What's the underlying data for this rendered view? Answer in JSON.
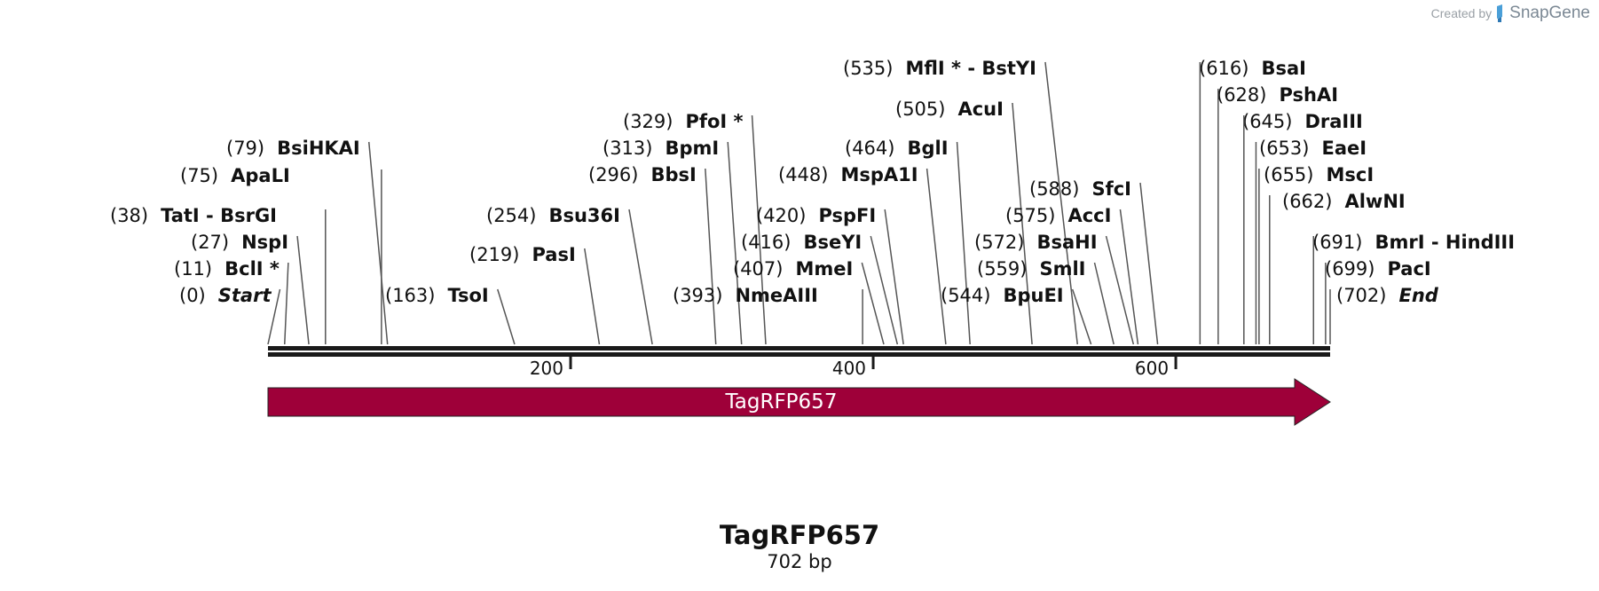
{
  "credit": {
    "prefix": "Created by",
    "brand": "SnapGene"
  },
  "sequence": {
    "name": "TagRFP657",
    "length_label": "702 bp",
    "length": 702
  },
  "feature": {
    "label": "TagRFP657",
    "start": 0,
    "end": 702,
    "direction": "forward",
    "color": "#9e0039"
  },
  "ruler": {
    "ticks": [
      {
        "label": "200",
        "value": 200
      },
      {
        "label": "400",
        "value": 400
      },
      {
        "label": "600",
        "value": 600
      }
    ]
  },
  "sites": [
    {
      "pos": "(0)",
      "name": "Start",
      "value": 0,
      "italic": true
    },
    {
      "pos": "(11)",
      "name": "BclI *",
      "value": 11
    },
    {
      "pos": "(27)",
      "name": "NspI",
      "value": 27
    },
    {
      "pos": "(38)",
      "name": "TatI  - BsrGI",
      "value": 38
    },
    {
      "pos": "(75)",
      "name": "ApaLI",
      "value": 75
    },
    {
      "pos": "(79)",
      "name": "BsiHKAI",
      "value": 79
    },
    {
      "pos": "(163)",
      "name": "TsoI",
      "value": 163
    },
    {
      "pos": "(219)",
      "name": "PasI",
      "value": 219
    },
    {
      "pos": "(254)",
      "name": "Bsu36I",
      "value": 254
    },
    {
      "pos": "(296)",
      "name": "BbsI",
      "value": 296
    },
    {
      "pos": "(313)",
      "name": "BpmI",
      "value": 313
    },
    {
      "pos": "(329)",
      "name": "PfoI *",
      "value": 329
    },
    {
      "pos": "(393)",
      "name": "NmeAIII",
      "value": 393
    },
    {
      "pos": "(407)",
      "name": "MmeI",
      "value": 407
    },
    {
      "pos": "(416)",
      "name": "BseYI",
      "value": 416
    },
    {
      "pos": "(420)",
      "name": "PspFI",
      "value": 420
    },
    {
      "pos": "(448)",
      "name": "MspA1I",
      "value": 448
    },
    {
      "pos": "(464)",
      "name": "BglI",
      "value": 464
    },
    {
      "pos": "(505)",
      "name": "AcuI",
      "value": 505
    },
    {
      "pos": "(535)",
      "name": "MflI * - BstYI",
      "value": 535
    },
    {
      "pos": "(544)",
      "name": "BpuEI",
      "value": 544
    },
    {
      "pos": "(559)",
      "name": "SmlI",
      "value": 559
    },
    {
      "pos": "(572)",
      "name": "BsaHI",
      "value": 572
    },
    {
      "pos": "(575)",
      "name": "AccI",
      "value": 575
    },
    {
      "pos": "(588)",
      "name": "SfcI",
      "value": 588
    },
    {
      "pos": "(616)",
      "name": "BsaI",
      "value": 616
    },
    {
      "pos": "(628)",
      "name": "PshAI",
      "value": 628
    },
    {
      "pos": "(645)",
      "name": "DraIII",
      "value": 645
    },
    {
      "pos": "(653)",
      "name": "EaeI",
      "value": 653
    },
    {
      "pos": "(655)",
      "name": "MscI",
      "value": 655
    },
    {
      "pos": "(662)",
      "name": "AlwNI",
      "value": 662
    },
    {
      "pos": "(691)",
      "name": "BmrI  - HindIII",
      "value": 691
    },
    {
      "pos": "(699)",
      "name": "PacI",
      "value": 699
    },
    {
      "pos": "(702)",
      "name": "End",
      "value": 702,
      "italic": true
    }
  ]
}
